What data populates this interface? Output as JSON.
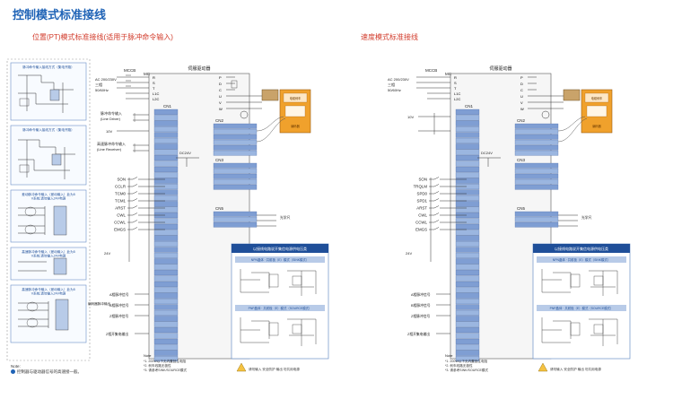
{
  "page": {
    "title": "控制模式标准接线"
  },
  "left_section": {
    "subtitle": "位置(PT)模式标准接线(适用于脉冲命令输入)"
  },
  "right_section": {
    "subtitle": "速度模式标准接线"
  },
  "left_panel": {
    "boxes": [
      "脉冲命令输入接线方式（集电开路）",
      "脉冲命令输入接线方式（集电开路）",
      "差动脉冲命令输入（差动输入）此为5V系统,请勿输入24V电源",
      "高速脉冲命令输入（差动输入）此为5V系统,请勿输入24V电源",
      "高速脉冲命令输入（差动输入）此为5V系统,请勿输入24V电源"
    ],
    "note_label": "Note:",
    "note_text": "控制器与驱动器信号的高速接一般。"
  },
  "pt_diagram": {
    "mccb": "MCCB",
    "mc": "MC",
    "ac_supply": [
      "AC 200/230V",
      "三相",
      "50/60Hz"
    ],
    "drive_label": "伺服驱动器",
    "power_terminals": [
      "R",
      "S",
      "T",
      "L1C",
      "L2C"
    ],
    "motor_terminals": [
      "P",
      "D",
      "C",
      "U",
      "V",
      "W"
    ],
    "cn1": "CN1",
    "cn2": "CN2",
    "cn3": "CN3",
    "cn5": "CN5",
    "pulse_line_driver": [
      "脉冲命令输入",
      "(Line Driver)"
    ],
    "pulse_line_receiver": [
      "高速脉冲命令输入",
      "(Line Receiver)"
    ],
    "supply_10v": "10V",
    "dc24v": "DC24V",
    "dc24v_label": "24V",
    "di_signals": [
      "SON",
      "CCLR",
      "TCM0",
      "TCM1",
      "ARST",
      "CWL",
      "CCWL",
      "EMGS"
    ],
    "encoder_label": "编码器",
    "brake_label": "电磁刹车",
    "cn5_label": "光学尺",
    "feedback_outputs": [
      "A相脉冲信号",
      "B相脉冲信号",
      "Z相脉冲信号"
    ],
    "pulse_out_label": "编码器脉冲输出",
    "z_open_collector": "Z相开集电输出",
    "npn_title": "以接线电路说开集信电源供电压类",
    "npn_mode": "NPN晶体 · 共射极（E）模式（SINK模式）",
    "pnp_mode": "PNP晶体 · 共射极（E）模式（SOURCE模式）",
    "note": [
      "Note",
      "*1. 200W以下无内置回生电阻",
      "*2. 刹车线路无极性",
      "*3. 请参考SINK/SOURCE模式"
    ],
    "warning": "请勿输入 安全防护 输出 勿共用电源"
  },
  "speed_diagram": {
    "di_signals": [
      "SON",
      "TRQLM",
      "SPD0",
      "SPD1",
      "ARST",
      "CWL",
      "CCWL",
      "EMGS"
    ]
  }
}
